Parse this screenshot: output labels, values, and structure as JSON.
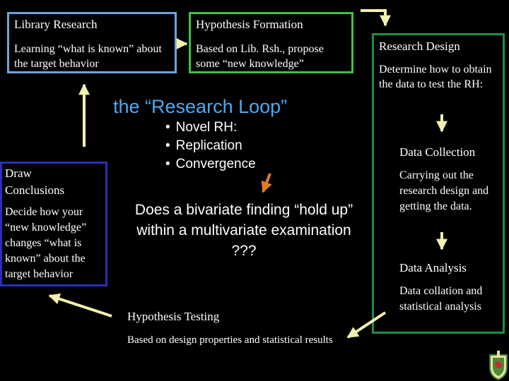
{
  "colors": {
    "background": "#000000",
    "library_border": "#6fa3e0",
    "hypothesis_border": "#39c24a",
    "conclusions_border": "#2b2fb6",
    "design_border": "#1f8f41",
    "arrow_yellow": "#f3f0b0",
    "arrow_orange": "#e07a20",
    "loop_title": "#4fa8f0"
  },
  "boxes": {
    "library": {
      "title": "Library Research",
      "body": "Learning “what is known” about the target behavior"
    },
    "hypothesis": {
      "title": "Hypothesis Formation",
      "body": "Based on Lib. Rsh., propose some “new knowledge”"
    },
    "conclusions": {
      "title": "Draw Conclusions",
      "body": "Decide how your “new knowledge” changes “what is known” about the target behavior"
    },
    "design": {
      "title": "Research Design",
      "body": "Determine how to obtain the data to test the RH:",
      "steps": [
        {
          "title": "Data Collection",
          "body": "Carrying out the research design and getting the data."
        },
        {
          "title": "Data Analysis",
          "body": "Data collation and statistical analysis"
        }
      ]
    }
  },
  "center": {
    "title": "the “Research Loop”",
    "bullets": [
      "Novel RH:",
      "Replication",
      "Convergence"
    ],
    "question": "Does a bivariate finding “hold up” within a multivariate examination ???"
  },
  "testing": {
    "title": "Hypothesis Testing",
    "body": "Based on design properties and statistical results"
  },
  "logo": {
    "icon": "crest-icon"
  }
}
